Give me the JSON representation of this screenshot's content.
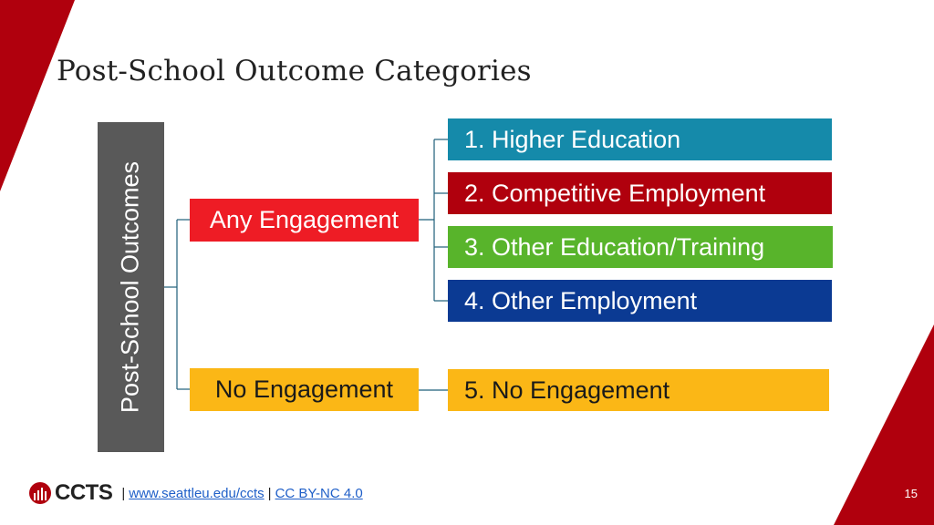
{
  "title": "Post-School Outcome Categories",
  "side_label": "Post-School Outcomes",
  "branches": {
    "any_engagement": "Any Engagement",
    "no_engagement": "No Engagement"
  },
  "categories": [
    {
      "label": "1. Higher Education",
      "color": "#158aaa"
    },
    {
      "label": "2. Competitive Employment",
      "color": "#b0000d"
    },
    {
      "label": "3. Other Education/Training",
      "color": "#58b42b"
    },
    {
      "label": "4. Other Employment",
      "color": "#0b3a93"
    },
    {
      "label": "5. No Engagement",
      "color": "#fbb716"
    }
  ],
  "footer": {
    "logo_text": "CCTS",
    "separator": "|",
    "link_site": "www.seattleu.edu/ccts",
    "link_license": "CC BY-NC 4.0"
  },
  "page_number": "15",
  "colors": {
    "accent_red": "#b0000d",
    "side_bar": "#595959",
    "connector": "#1f5f7a"
  }
}
